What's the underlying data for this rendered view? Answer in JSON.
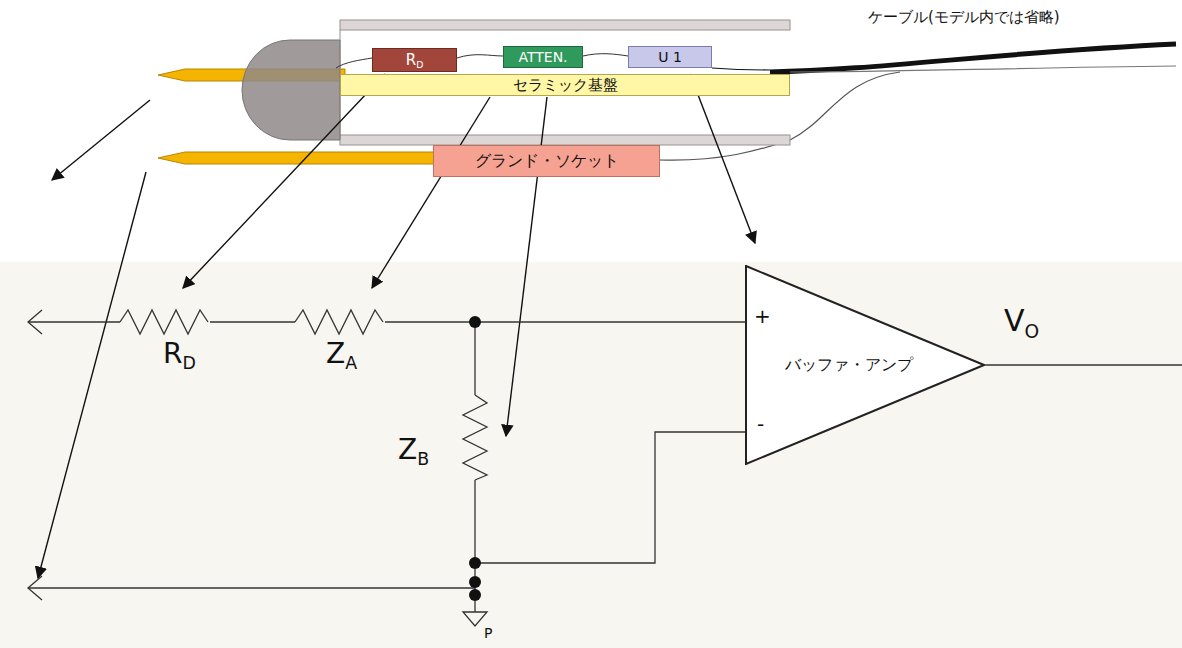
{
  "diagram": {
    "nodes": [
      {
        "text": [
          "RD"
        ]
      },
      {
        "text": [
          "ATTEN."
        ]
      },
      {
        "text": [
          "U 1"
        ]
      },
      {
        "text": [
          "セラミック基盤"
        ]
      },
      {
        "text": [
          "グランド・ソケット"
        ]
      },
      {
        "text": [
          "バッファ・アンプ"
        ]
      }
    ],
    "labels": [
      "ケーブル(モデル内では省略)",
      "RD",
      "ZA",
      "ZB",
      "+",
      "-",
      "VO",
      "P"
    ]
  }
}
